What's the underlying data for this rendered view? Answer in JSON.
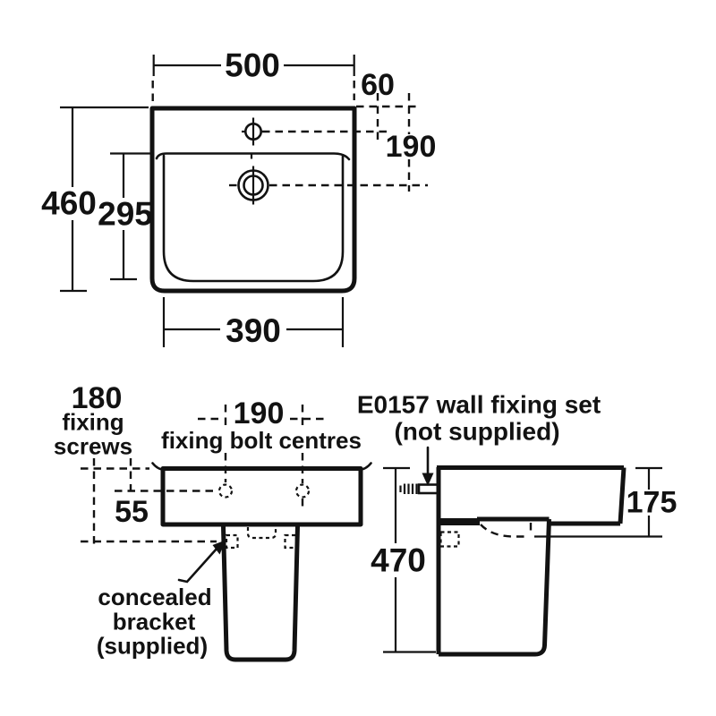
{
  "title": "Basin with semi-pedestal technical dimension drawing",
  "colors": {
    "ink": "#121212",
    "background": "#ffffff"
  },
  "plan": {
    "dim_width": "500",
    "dim_tap_setback": "60",
    "dim_waste_setback": "190",
    "dim_depth": "460",
    "dim_bowl_depth": "295",
    "dim_bowl_width": "390"
  },
  "front": {
    "dim_screw_drop": "180",
    "word_fixing": "fixing",
    "word_screws": "screws",
    "dim_bolt_centres": "190",
    "caption_bolt_centres": "fixing bolt centres",
    "dim_bolt_drop": "55",
    "bracket_line1": "concealed",
    "bracket_line2": "bracket",
    "bracket_line3": "(supplied)"
  },
  "side": {
    "caption_line1": "E0157 wall fixing set",
    "caption_line2": "(not supplied)",
    "dim_total_height": "470",
    "dim_rim_height": "175"
  }
}
